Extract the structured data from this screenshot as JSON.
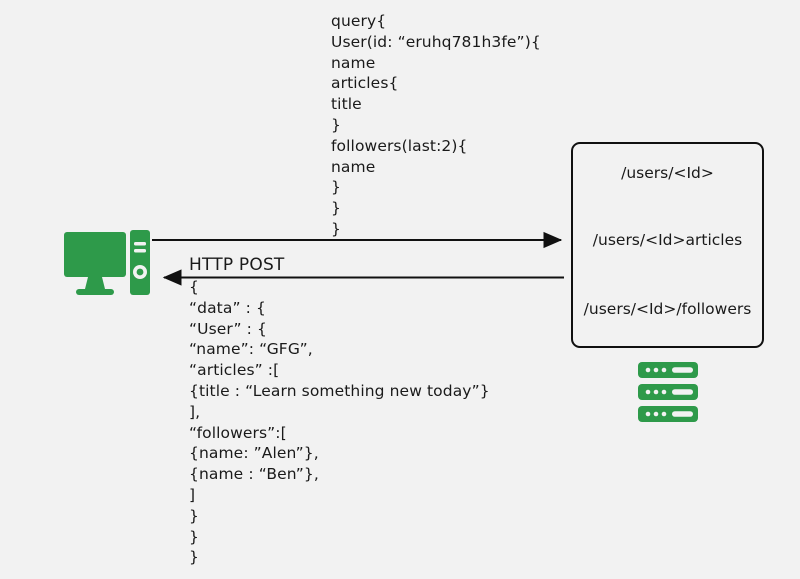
{
  "diagram": {
    "background_color": "#f2f2f2",
    "accent_color": "#2e9a4a",
    "stroke_color": "#111111",
    "title": "GraphQL query / REST endpoints request-response diagram"
  },
  "client": {
    "icon": "desktop-computer-icon",
    "label": ""
  },
  "server": {
    "icon": "server-stack-icon",
    "label": ""
  },
  "request": {
    "arrow": "arrow-right",
    "query_text": "query{\nUser(id: “eruhq781h3fe”){\nname\narticles{\ntitle\n}\nfollowers(last:2){\nname\n}\n}\n}",
    "query_lines": [
      "query{",
      "User(id: “eruhq781h3fe”){",
      "name",
      "articles{",
      "title",
      "}",
      "followers(last:2){",
      "name",
      "}",
      "}",
      "}"
    ]
  },
  "response": {
    "arrow": "arrow-left",
    "method_label": "HTTP POST",
    "json_text": "{\n“data” : {\n“User” : {\n“name”: “GFG”,\n“articles” :[\n{title : “Learn something new today”}\n],\n“followers”:[\n{name: ”Alen”},\n{name : “Ben”},\n]\n}\n}\n}",
    "json_lines": [
      "{",
      "“data” : {",
      "“User” : {",
      "“name”: “GFG”,",
      "“articles” :[",
      "{title : “Learn something new today”}",
      "],",
      "“followers”:[",
      "{name: ”Alen”},",
      "{name : “Ben”},",
      "]",
      "}",
      "}",
      "}"
    ]
  },
  "endpoints": {
    "items": [
      {
        "path": "/users/<Id>"
      },
      {
        "path": "/users/<Id>articles"
      },
      {
        "path": "/users/<Id>/followers"
      }
    ]
  }
}
